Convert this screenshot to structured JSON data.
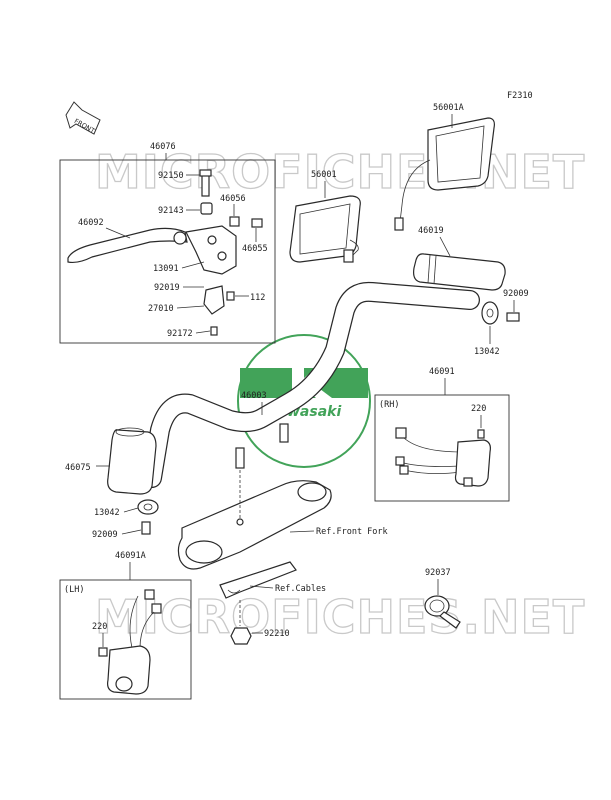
{
  "figure_code": "F2310",
  "front_arrow": "FRONT",
  "brand": "Kawasaki",
  "watermark": "MICROFICHES.NET",
  "group_labels": {
    "rh": "(RH)",
    "lh": "(LH)"
  },
  "refs": {
    "front_fork": "Ref.Front Fork",
    "cables": "Ref.Cables"
  },
  "parts": {
    "p46076": "46076",
    "p92150": "92150",
    "p92143": "92143",
    "p46056": "46056",
    "p46092": "46092",
    "p46055": "46055",
    "p13091": "13091",
    "p92019": "92019",
    "p112": "112",
    "p27010": "27010",
    "p92172": "92172",
    "p56001A": "56001A",
    "p56001": "56001",
    "p46019": "46019",
    "p92009a": "92009",
    "p13042a": "13042",
    "p46003": "46003",
    "p46091": "46091",
    "p220a": "220",
    "p46075": "46075",
    "p13042b": "13042",
    "p92009b": "92009",
    "p46091A": "46091A",
    "p220b": "220",
    "p92037": "92037",
    "p92210": "92210"
  },
  "colors": {
    "logo_green": "#2e9a48",
    "watermark_grey": "#c9c9c9",
    "line": "#2a2a2a"
  }
}
